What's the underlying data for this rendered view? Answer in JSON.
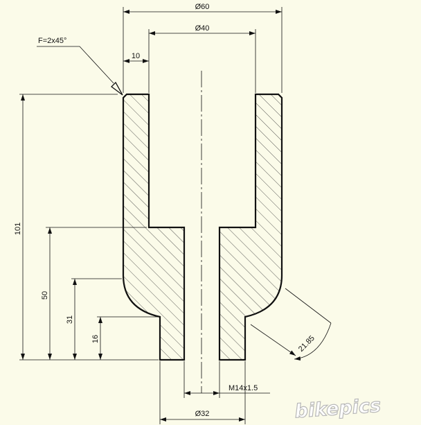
{
  "drawing": {
    "chamfer_note": "F=2x45°",
    "dimensions": {
      "outer_diameter": "Ø60",
      "bore_diameter": "Ø40",
      "wall_thickness": "10",
      "total_height": "101",
      "height_50": "50",
      "height_31": "31",
      "height_16": "16",
      "bottom_diameter": "Ø32",
      "thread": "M14x1.5",
      "radius": "21.85"
    },
    "watermark": "bikepics"
  },
  "colors": {
    "background": "#fbfbe9",
    "line": "#111111",
    "watermark_fill": "#ffffff",
    "watermark_stroke": "#b8b8b8"
  }
}
